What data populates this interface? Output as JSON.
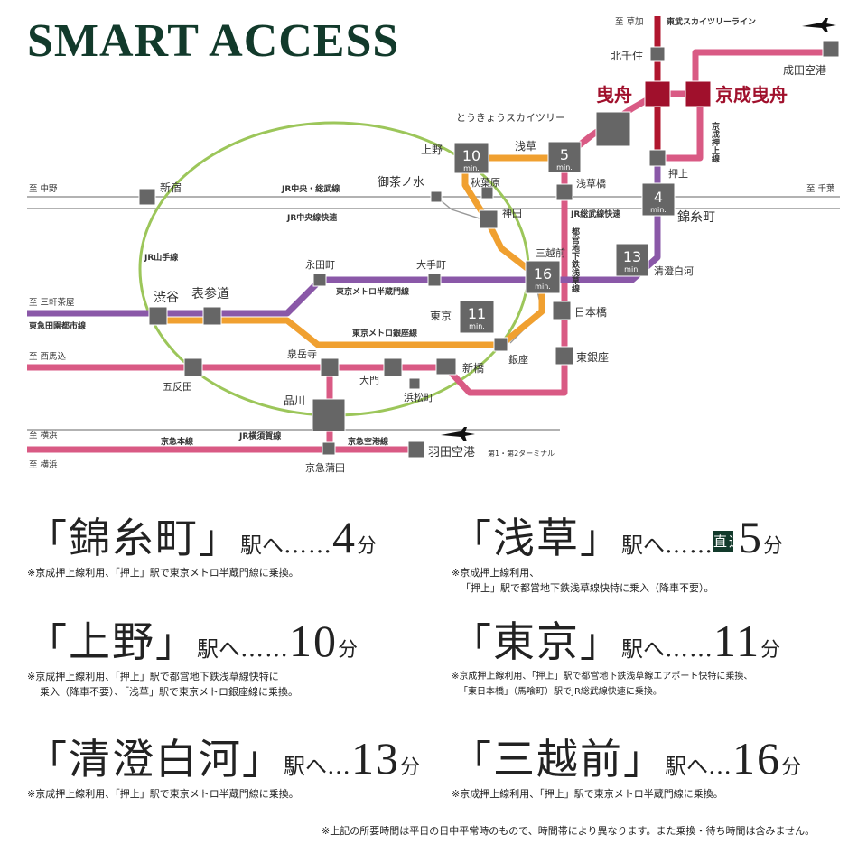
{
  "title": "SMART ACCESS",
  "map": {
    "direction_labels": {
      "kusaka": "至 草加",
      "nakano": "至 中野",
      "chiba": "至 千葉",
      "sangenjaya": "至 三軒茶屋",
      "nishimagome": "至 西馬込",
      "yokohama1": "至 横浜",
      "yokohama2": "至 横浜"
    },
    "line_labels": {
      "tobu": "東武スカイツリーライン",
      "chuo_sobu": "JR中央・総武線",
      "chuo_rapid": "JR中央線快速",
      "yamanote": "JR山手線",
      "hanzomon": "東京メトロ半蔵門線",
      "ginza": "東京メトロ銀座線",
      "toyoko": "東急田園都市線",
      "yokosuka": "JR横須賀線",
      "keikyu": "京急本線",
      "keikyu_airport": "京急空港線",
      "sobu_rapid": "JR総武線快速",
      "asakusa_line": "都営地下鉄浅草線",
      "oshiage_line": "京成押上線"
    },
    "stations": {
      "kitasenju": "北千住",
      "narita": "成田空港",
      "hikifune": "曳舟",
      "keisei_hikifune": "京成曳舟",
      "skytree": "とうきょうスカイツリー",
      "ueno": "上野",
      "asakusa": "浅草",
      "oshiage": "押上",
      "ochanomizu": "御茶ノ水",
      "akihabara": "秋葉原",
      "asakusabashi": "浅草橋",
      "shinjuku": "新宿",
      "kanda": "神田",
      "kinshicho": "錦糸町",
      "mitsukoshimae": "三越前",
      "kiyosumi": "清澄白河",
      "nagatacho": "永田町",
      "otemachi": "大手町",
      "shibuya": "渋谷",
      "omotesando": "表参道",
      "tokyo": "東京",
      "nihonbashi": "日本橋",
      "ginza": "銀座",
      "higashiginza": "東銀座",
      "sengakuji": "泉岳寺",
      "gotanda": "五反田",
      "daimon": "大門",
      "shinbashi": "新橋",
      "hamamatsucho": "浜松町",
      "shinagawa": "品川",
      "keikyu_kamata": "京急蒲田",
      "haneda": "羽田空港",
      "haneda_sub": "第1・第2ターミナル"
    },
    "minute_badges": {
      "ueno": "10",
      "asakusa": "5",
      "kinshicho": "4",
      "kiyosumi": "13",
      "mitsukoshimae": "16",
      "tokyo": "11",
      "unit": "min."
    },
    "line_colors": {
      "tobu": "#b0162e",
      "keisei": "#d95a84",
      "asakusa": "#d95a84",
      "ginza": "#f0a030",
      "hanzomon": "#8a58a8",
      "yamanote": "#9cc65a",
      "jr": "#9a9a9a",
      "hub": "#a0102c"
    }
  },
  "access": [
    {
      "station": "錦糸町",
      "eki": "駅へ",
      "dots": "……",
      "minutes": "4",
      "unit": "分",
      "direct": "",
      "notes": [
        "※京成押上線利用、「押上」駅で東京メトロ半蔵門線に乗換。"
      ]
    },
    {
      "station": "浅草",
      "eki": "駅へ",
      "dots": "……",
      "minutes": "5",
      "unit": "分",
      "direct": "直通",
      "notes": [
        "※京成押上線利用、",
        "「押上」駅で都営地下鉄浅草線快特に乗入（降車不要）。"
      ]
    },
    {
      "station": "上野",
      "eki": "駅へ",
      "dots": "……",
      "minutes": "10",
      "unit": "分",
      "direct": "",
      "notes": [
        "※京成押上線利用、「押上」駅で都営地下鉄浅草線快特に",
        "乗入（降車不要）、「浅草」駅で東京メトロ銀座線に乗換。"
      ]
    },
    {
      "station": "東京",
      "eki": "駅へ",
      "dots": "……",
      "minutes": "11",
      "unit": "分",
      "direct": "",
      "notes": [
        "※京成押上線利用、「押上」駅で都営地下鉄浅草線エアポート快特に乗換、",
        "「東日本橋」（馬喰町）駅でJR総武線快速に乗換。"
      ]
    },
    {
      "station": "清澄白河",
      "eki": "駅へ",
      "dots": "…",
      "minutes": "13",
      "unit": "分",
      "direct": "",
      "notes": [
        "※京成押上線利用、「押上」駅で東京メトロ半蔵門線に乗換。"
      ]
    },
    {
      "station": "三越前",
      "eki": "駅へ",
      "dots": "…",
      "minutes": "16",
      "unit": "分",
      "direct": "",
      "notes": [
        "※京成押上線利用、「押上」駅で東京メトロ半蔵門線に乗換。"
      ]
    }
  ],
  "footnote": "※上記の所要時間は平日の日中平常時のもので、時間帯により異なります。また乗換・待ち時間は含みません。"
}
